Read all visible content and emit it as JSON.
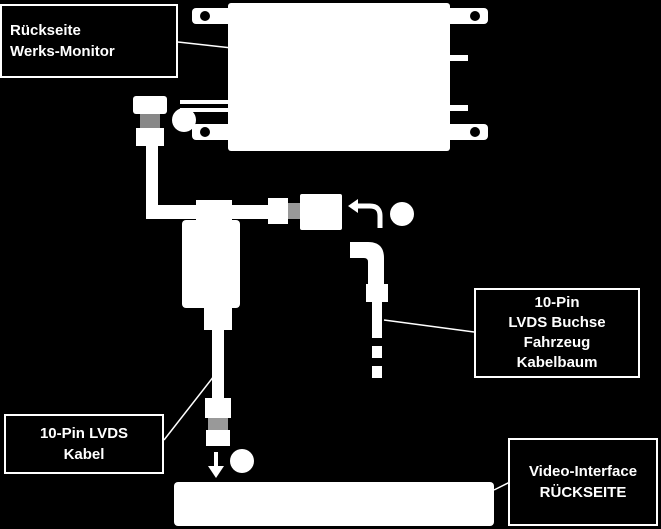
{
  "colors": {
    "background": "#000000",
    "foreground": "#ffffff"
  },
  "labels": {
    "monitor_back": [
      "Rückseite",
      "Werks-Monitor"
    ],
    "lvds_socket": [
      "10-Pin",
      "LVDS Buchse",
      "Fahrzeug",
      "Kabelbaum"
    ],
    "lvds_cable": [
      "10-Pin LVDS",
      "Kabel"
    ],
    "video_interface": [
      "Video-Interface",
      "RÜCKSEITE"
    ]
  },
  "components": {
    "monitor": "factory-monitor-rear",
    "interface": "video-interface-rear",
    "markers": [
      "circle-marker",
      "circle-marker",
      "circle-marker"
    ],
    "arrows": [
      "curved-arrow",
      "down-arrow"
    ]
  }
}
